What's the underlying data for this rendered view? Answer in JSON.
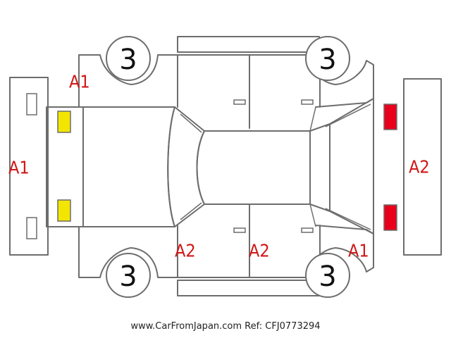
{
  "colors": {
    "line": "#6d6d6d",
    "damage_code": "#d01818",
    "marker_yellow": "#f2e600",
    "marker_red": "#e8001c"
  },
  "wheels": {
    "front_left": "3",
    "rear_left": "3",
    "front_right": "3",
    "rear_right": "3"
  },
  "codes": {
    "front_bumper": "A1",
    "front_left_fender": "A1",
    "rear_bumper": "A2",
    "right_front_door": "A2",
    "right_rear_door": "A2",
    "right_rear_fender": "A1"
  },
  "markers": {
    "headlights": "yellow-marker",
    "taillights": "red-marker"
  },
  "footer": {
    "watermark": "www.CarFromJapan.com Ref: CFJ0773294"
  }
}
